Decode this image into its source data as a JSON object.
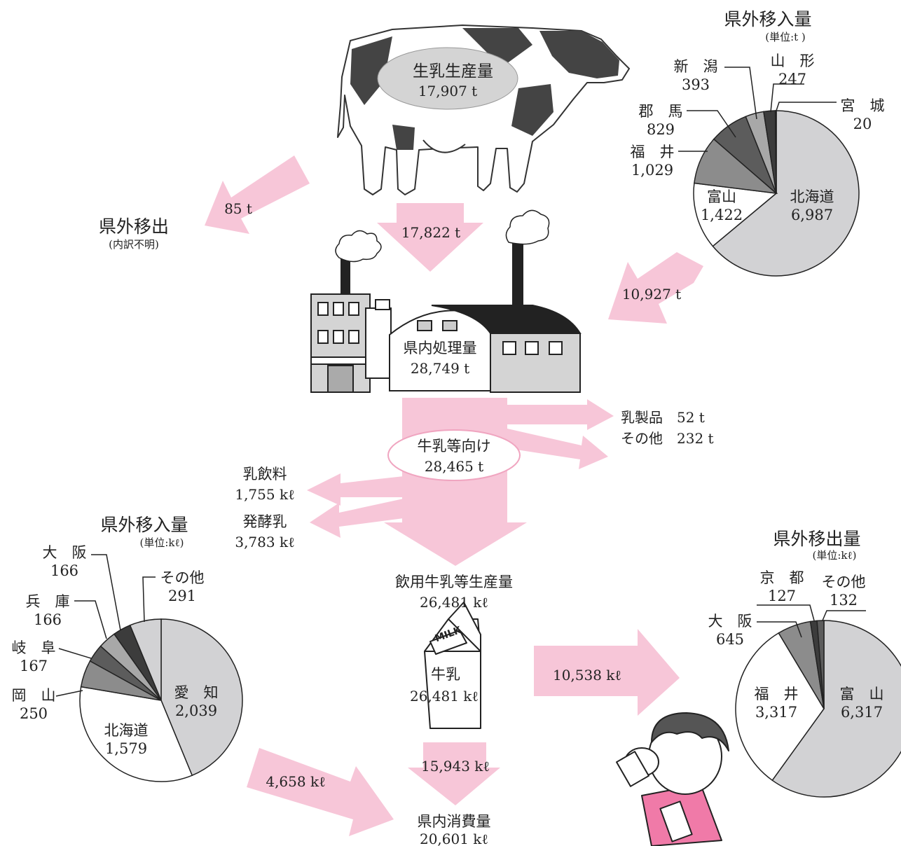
{
  "cow": {
    "label": "生乳生産量",
    "value": "17,907 t"
  },
  "outflow_raw": {
    "value": "85 t",
    "title": "県外移出",
    "note": "(内訳不明)"
  },
  "to_factory": {
    "value": "17,822 t"
  },
  "factory": {
    "label": "県内処理量",
    "value": "28,749 t"
  },
  "inflow_raw": {
    "value": "10,927 t"
  },
  "side_products": {
    "dairy": "乳製品　52 t",
    "other": "その他　232 t"
  },
  "milk_etc": {
    "label": "牛乳等向け",
    "value": "28,465 t"
  },
  "drink": {
    "label": "乳飲料",
    "value": "1,755 kℓ"
  },
  "ferment": {
    "label": "発酵乳",
    "value": "3,783 kℓ"
  },
  "drinking_milk": {
    "label": "飲用牛乳等生産量",
    "value": "26,481 kℓ"
  },
  "carton": {
    "brand": "MILK",
    "label": "牛乳",
    "value": "26,481 kℓ"
  },
  "to_consumption": {
    "value": "15,943 kℓ"
  },
  "consumption": {
    "label": "県内消費量",
    "value": "20,601 kℓ"
  },
  "import_milk_arrow": {
    "value": "4,658 kℓ"
  },
  "export_milk_arrow": {
    "value": "10,538 kℓ"
  },
  "colors": {
    "arrow": "#f7c6d8",
    "slice_light": "#d2d2d4",
    "slice_white": "#ffffff",
    "slice_mid": "#8c8c8c",
    "slice_dark": "#5c5c5c",
    "slice_darker": "#3c3c3c",
    "slice_gray2": "#a8a8a8"
  },
  "chart_data": [
    {
      "type": "pie",
      "title": "県外移入量",
      "unit": "(単位:t )",
      "series": [
        {
          "name": "北海道",
          "values": [
            6987
          ]
        },
        {
          "name": "富山",
          "values": [
            1422
          ]
        },
        {
          "name": "福　井",
          "values": [
            1029
          ]
        },
        {
          "name": "郡　馬",
          "values": [
            829
          ]
        },
        {
          "name": "新　潟",
          "values": [
            393
          ]
        },
        {
          "name": "山　形",
          "values": [
            247
          ]
        },
        {
          "name": "宮　城",
          "values": [
            20
          ]
        }
      ],
      "labels": [
        {
          "name": "北海道",
          "value": "6,987"
        },
        {
          "name": "富山",
          "value": "1,422"
        },
        {
          "name": "福　井",
          "value": "1,029"
        },
        {
          "name": "郡　馬",
          "value": "829"
        },
        {
          "name": "新　潟",
          "value": "393"
        },
        {
          "name": "山　形",
          "value": "247"
        },
        {
          "name": "宮　城",
          "value": "20"
        }
      ]
    },
    {
      "type": "pie",
      "title": "県外移入量",
      "unit": "(単位:kℓ)",
      "series": [
        {
          "name": "愛　知",
          "values": [
            2039
          ]
        },
        {
          "name": "北海道",
          "values": [
            1579
          ]
        },
        {
          "name": "岡　山",
          "values": [
            250
          ]
        },
        {
          "name": "岐　阜",
          "values": [
            167
          ]
        },
        {
          "name": "兵　庫",
          "values": [
            166
          ]
        },
        {
          "name": "大　阪",
          "values": [
            166
          ]
        },
        {
          "name": "その他",
          "values": [
            291
          ]
        }
      ],
      "labels": [
        {
          "name": "愛　知",
          "value": "2,039"
        },
        {
          "name": "北海道",
          "value": "1,579"
        },
        {
          "name": "岡　山",
          "value": "250"
        },
        {
          "name": "岐　阜",
          "value": "167"
        },
        {
          "name": "兵　庫",
          "value": "166"
        },
        {
          "name": "大　阪",
          "value": "166"
        },
        {
          "name": "その他",
          "value": "291"
        }
      ]
    },
    {
      "type": "pie",
      "title": "県外移出量",
      "unit": "(単位:kℓ)",
      "series": [
        {
          "name": "富　山",
          "values": [
            6317
          ]
        },
        {
          "name": "福　井",
          "values": [
            3317
          ]
        },
        {
          "name": "大　阪",
          "values": [
            645
          ]
        },
        {
          "name": "京　都",
          "values": [
            127
          ]
        },
        {
          "name": "その他",
          "values": [
            132
          ]
        }
      ],
      "labels": [
        {
          "name": "富　山",
          "value": "6,317"
        },
        {
          "name": "福　井",
          "value": "3,317"
        },
        {
          "name": "大　阪",
          "value": "645"
        },
        {
          "name": "京　都",
          "value": "127"
        },
        {
          "name": "その他",
          "value": "132"
        }
      ]
    }
  ]
}
